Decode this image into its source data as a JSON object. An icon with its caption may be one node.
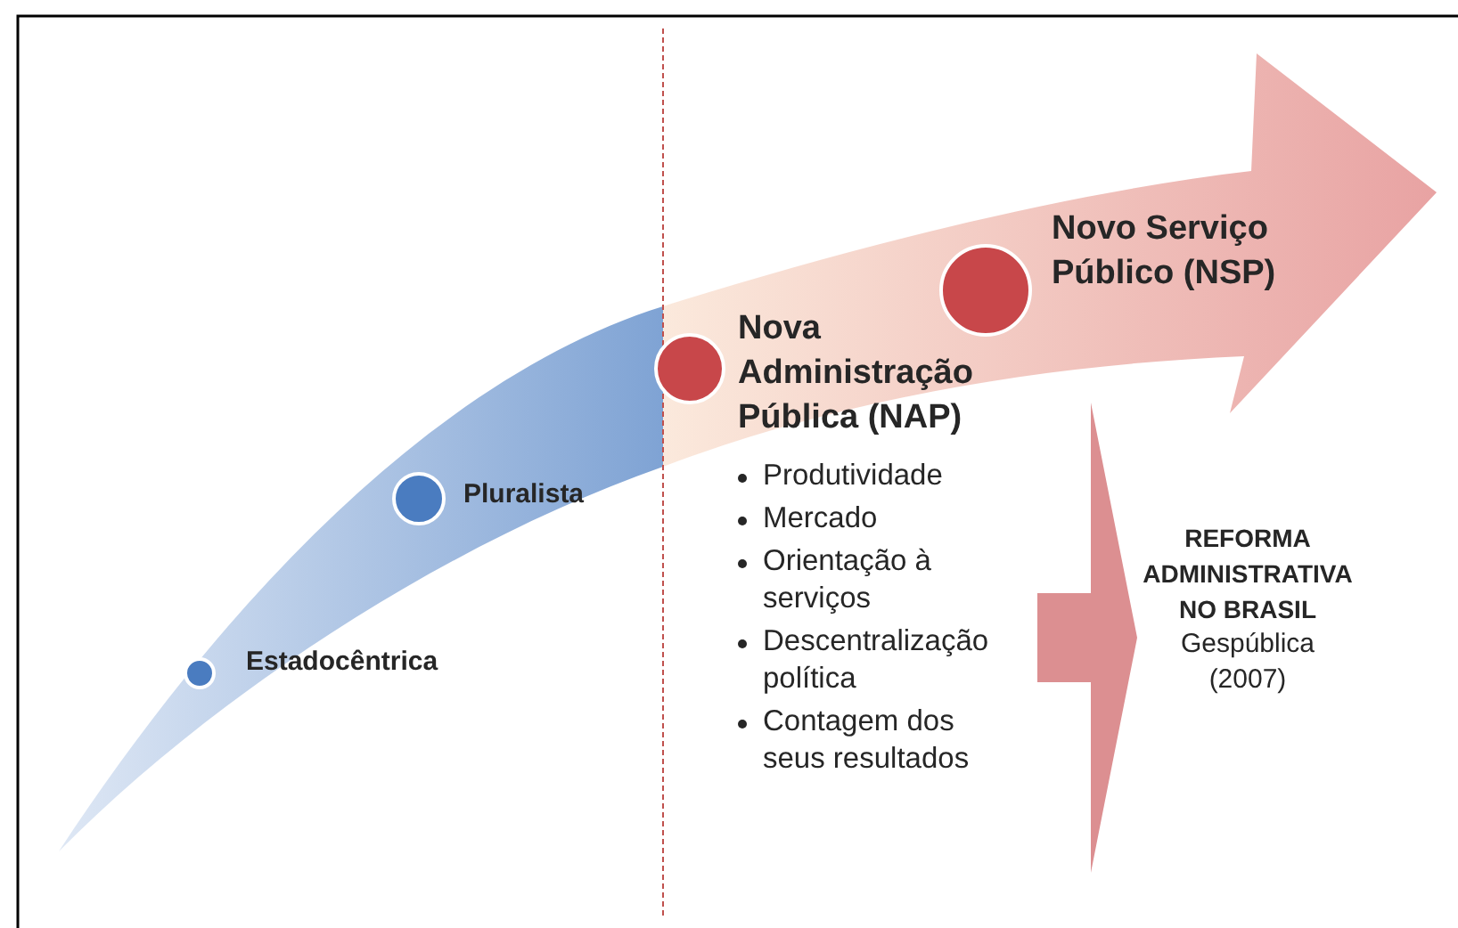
{
  "diagram": {
    "nodes": [
      {
        "text": [
          "Nova Administração Pública (NAP)",
          "Produtividade",
          "Mercado",
          "Orientação à serviços",
          "Descentralização política",
          "Contagem dos seus resultados"
        ]
      },
      {
        "text": [
          "REFORMA ADMINISTRATIVA NO BRASIL",
          "Gespública (2007)"
        ]
      }
    ],
    "edges": [
      {
        "from": 0,
        "to": 1,
        "arrow": "to"
      }
    ],
    "labels": [
      "Novo Serviço Público (NSP)",
      "Pluralista",
      "Estadocêntrica"
    ]
  }
}
